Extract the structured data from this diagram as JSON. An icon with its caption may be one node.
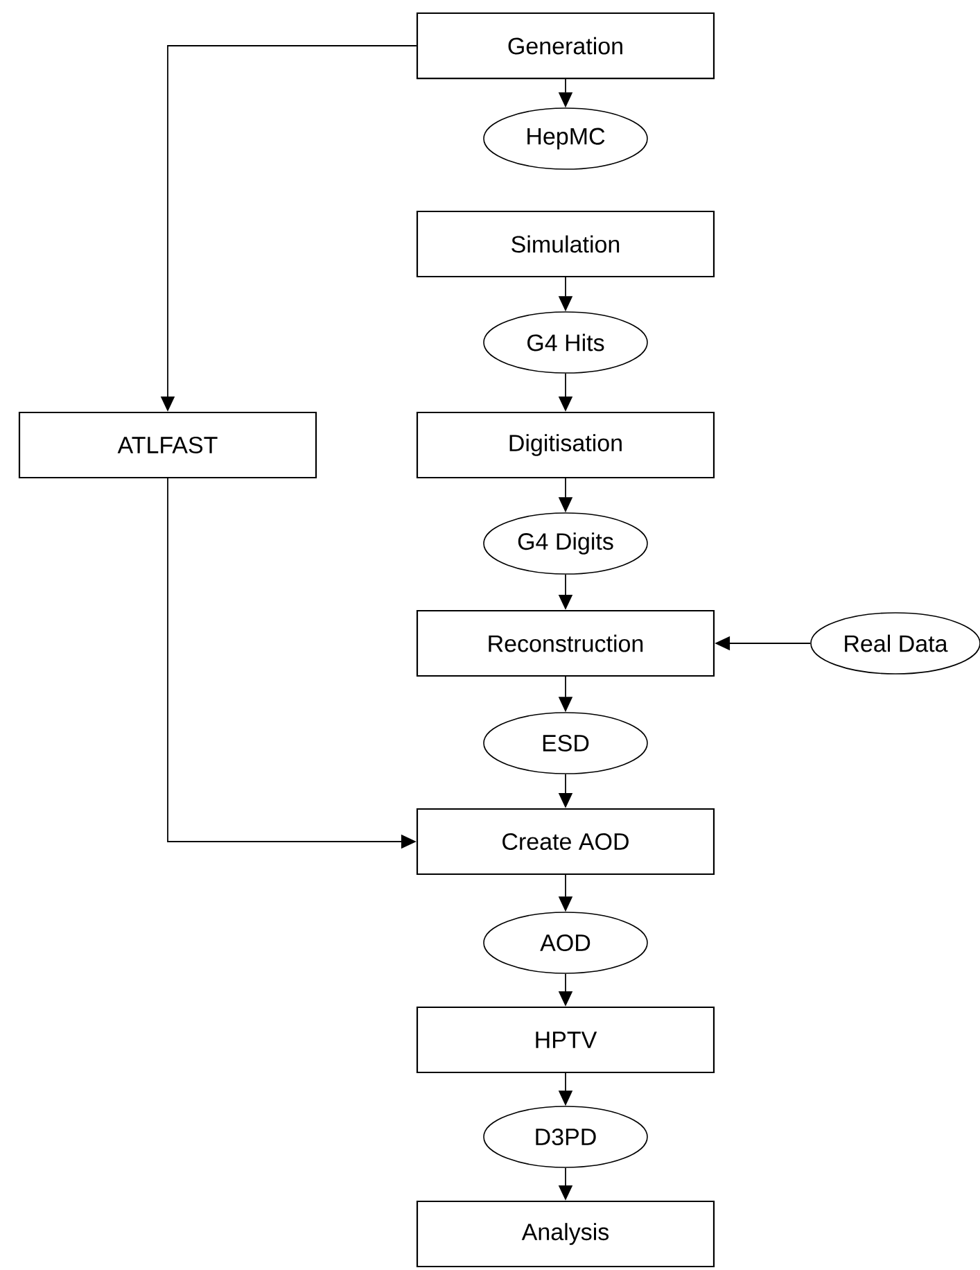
{
  "diagram": {
    "nodes": [
      {
        "text": [
          "Generation"
        ]
      },
      {
        "text": [
          "HepMC"
        ]
      },
      {
        "text": [
          "Simulation"
        ]
      },
      {
        "text": [
          "G4 Hits"
        ]
      },
      {
        "text": [
          "ATLFAST"
        ]
      },
      {
        "text": [
          "Digitisation"
        ]
      },
      {
        "text": [
          "G4 Digits"
        ]
      },
      {
        "text": [
          "Reconstruction"
        ]
      },
      {
        "text": [
          "Real Data"
        ]
      },
      {
        "text": [
          "ESD"
        ]
      },
      {
        "text": [
          "Create AOD"
        ]
      },
      {
        "text": [
          "AOD"
        ]
      },
      {
        "text": [
          "HPTV"
        ]
      },
      {
        "text": [
          "D3PD"
        ]
      },
      {
        "text": [
          "Analysis"
        ]
      }
    ],
    "edges": [
      {
        "from": 0,
        "to": 1,
        "arrow": "to"
      },
      {
        "from": 0,
        "to": 4,
        "arrow": "to"
      },
      {
        "from": 2,
        "to": 3,
        "arrow": "to"
      },
      {
        "from": 3,
        "to": 5,
        "arrow": "to"
      },
      {
        "from": 5,
        "to": 6,
        "arrow": "to"
      },
      {
        "from": 6,
        "to": 7,
        "arrow": "to"
      },
      {
        "from": 8,
        "to": 7,
        "arrow": "to"
      },
      {
        "from": 7,
        "to": 9,
        "arrow": "to"
      },
      {
        "from": 4,
        "to": 10,
        "arrow": "to"
      },
      {
        "from": 9,
        "to": 10,
        "arrow": "to"
      },
      {
        "from": 10,
        "to": 11,
        "arrow": "to"
      },
      {
        "from": 11,
        "to": 12,
        "arrow": "to"
      },
      {
        "from": 12,
        "to": 13,
        "arrow": "to"
      },
      {
        "from": 13,
        "to": 14,
        "arrow": "to"
      }
    ]
  }
}
